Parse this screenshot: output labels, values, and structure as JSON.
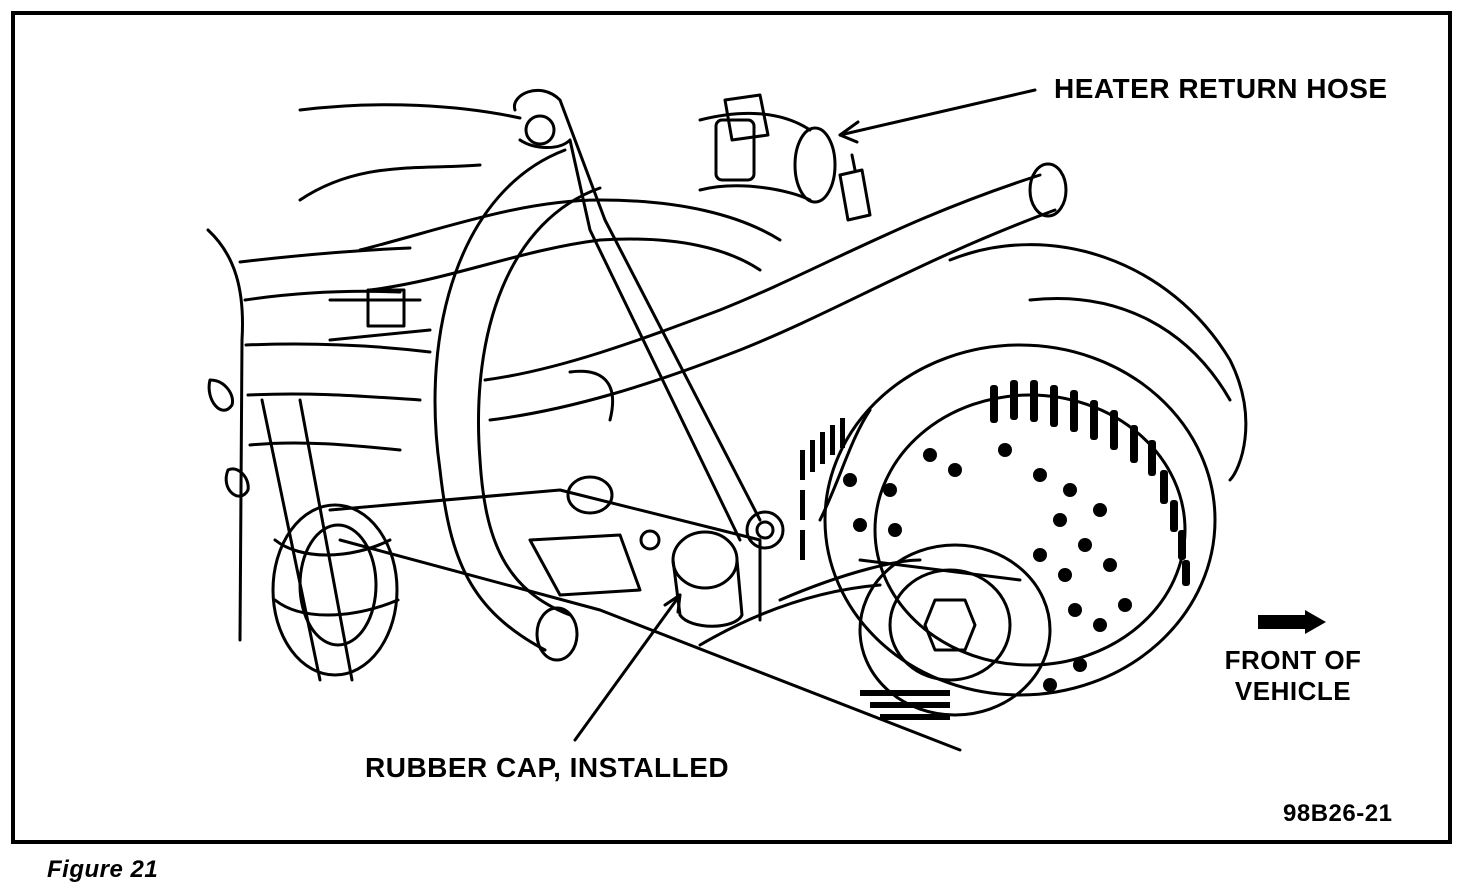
{
  "callouts": {
    "heater_return_hose": "HEATER RETURN HOSE",
    "rubber_cap": "RUBBER CAP, INSTALLED",
    "front_of_vehicle_line1": "FRONT OF",
    "front_of_vehicle_line2": "VEHICLE"
  },
  "figure_code": "98B26-21",
  "caption": "Figure 21"
}
